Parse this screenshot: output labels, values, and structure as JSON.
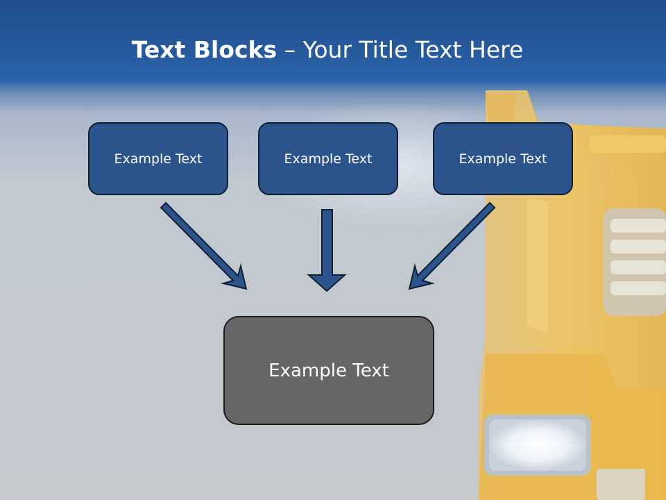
{
  "title": {
    "bold": "Text Blocks",
    "separator": "–",
    "rest": "Your Title Text Here"
  },
  "top_blocks": [
    {
      "label": "Example Text"
    },
    {
      "label": "Example Text"
    },
    {
      "label": "Example Text"
    }
  ],
  "center_block": {
    "label": "Example Text"
  },
  "colors": {
    "header": "#2b62a8",
    "block_fill": "#2b548c",
    "center_fill": "#666666",
    "arrow_fill": "#2b548c",
    "truck": "#e9b84e"
  },
  "background_image": "yellow-truck-on-road"
}
